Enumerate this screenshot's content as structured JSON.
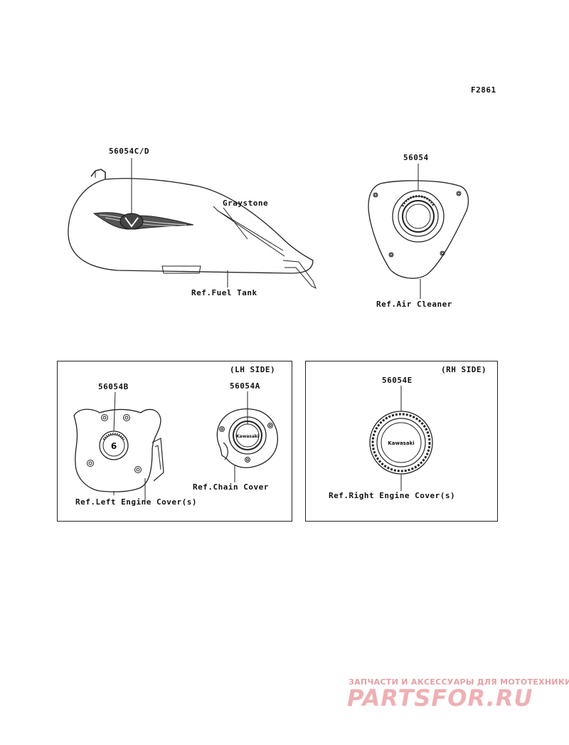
{
  "figure_code": "F2861",
  "parts": {
    "tank_emblem": "56054C/D",
    "tank_color": "Graystone",
    "tank_ref": "Ref.Fuel Tank",
    "air_cleaner_part": "56054",
    "air_cleaner_ref": "Ref.Air Cleaner"
  },
  "lh_panel": {
    "side": "(LH SIDE)",
    "left_cover_part": "56054B",
    "left_cover_ref": "Ref.Left Engine Cover(s)",
    "chain_cover_part": "56054A",
    "chain_cover_ref": "Ref.Chain Cover"
  },
  "rh_panel": {
    "side": "(RH SIDE)",
    "right_cover_part": "56054E",
    "right_cover_ref": "Ref.Right Engine Cover(s)"
  },
  "emblem_texts": {
    "gauge_digit": "6",
    "brand": "Kawasaki"
  },
  "watermark": {
    "tagline": "ЗАПЧАСТИ И АКСЕССУАРЫ ДЛЯ МОТОТЕХНИКИ",
    "site": "PARTSFOR.RU"
  }
}
